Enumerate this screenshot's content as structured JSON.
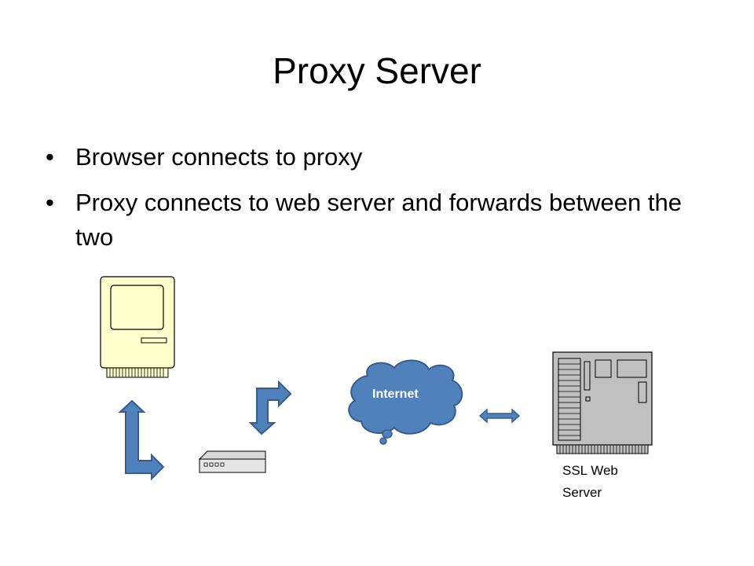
{
  "slide": {
    "title": "Proxy Server",
    "bullets": [
      "Browser connects to proxy",
      "Proxy connects to web server and forwards between the two"
    ]
  },
  "diagram": {
    "nodes": {
      "client_computer": {
        "icon": "desktop-computer-icon"
      },
      "proxy_box": {
        "icon": "network-device-icon"
      },
      "internet": {
        "label": "Internet",
        "icon": "cloud-icon"
      },
      "web_server": {
        "label_line1": "SSL Web",
        "label_line2": "Server",
        "icon": "server-icon"
      }
    },
    "colors": {
      "arrow_fill": "#4f81bd",
      "arrow_stroke": "#385d8a",
      "cloud_fill": "#4f81bd",
      "computer_fill": "#ffffcc",
      "server_fill": "#c0c0c0"
    }
  }
}
